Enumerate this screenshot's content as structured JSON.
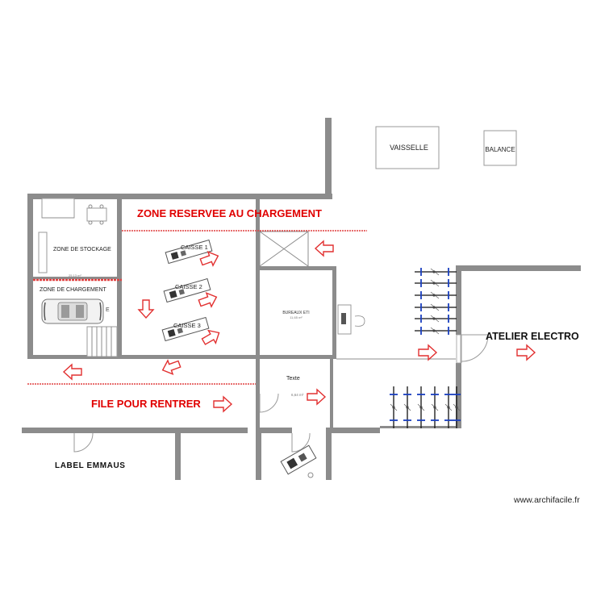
{
  "plan": {
    "labels": {
      "vaisselle": "VAISSELLE",
      "balance": "BALANCE",
      "zone_reservee": "ZONE RESERVEE AU CHARGEMENT",
      "zone_stockage": "ZONE DE STOCKAGE",
      "zone_stockage_area": "25,13 m²",
      "zone_chargement": "ZONE DE CHARGEMENT",
      "caisse1": "CAISSE 1",
      "caisse2": "CAISSE 2",
      "caisse3": "CAISSE 3",
      "bureaux": "BUREAUX ETI",
      "bureaux_area": "11,65 m²",
      "texte": "Texte",
      "texte_area": "6,64 m²",
      "atelier": "ATELIER ELECTRO",
      "file": "FILE POUR RENTRER",
      "label_emmaus": "LABEL EMMAUS",
      "watermark": "www.archifacile.fr"
    },
    "colors": {
      "accent": "#e00000",
      "wall": "#8c8c8c",
      "bike_blue": "#1a3fbf"
    }
  }
}
